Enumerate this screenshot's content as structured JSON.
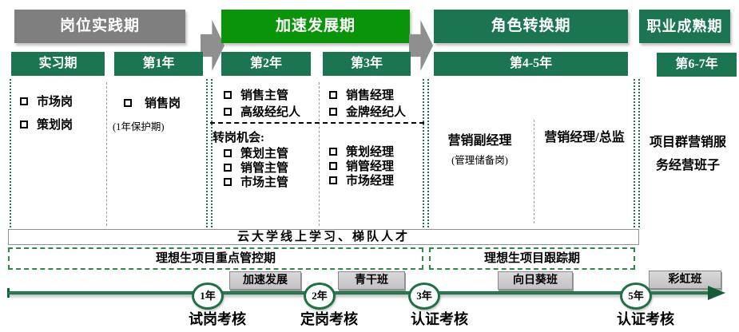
{
  "colors": {
    "stage_gray": "#7f7f7f",
    "stage_bright_green": "#0a940a",
    "stage_dark_green": "#1a7550",
    "timeline_green": "#1e7145",
    "dashed_band_green": "#2e8b45"
  },
  "stages": [
    {
      "label": "岗位实践期"
    },
    {
      "label": "加速发展期"
    },
    {
      "label": "角色转换期"
    },
    {
      "label": "职业成熟期"
    }
  ],
  "periods": [
    {
      "label": "实习期"
    },
    {
      "label": "第1年"
    },
    {
      "label": "第2年"
    },
    {
      "label": "第3年"
    },
    {
      "label": "第4-5年"
    },
    {
      "label": "第6-7年"
    }
  ],
  "content": {
    "intern_items": [
      "市场岗",
      "策划岗"
    ],
    "year1_items": [
      "销售岗"
    ],
    "year1_note": "(1年保护期)",
    "year2_top": [
      "销售主管",
      "高级经纪人"
    ],
    "transfer_heading": "转岗机会:",
    "year2_transfer": [
      "策划主管",
      "销管主管",
      "市场主管"
    ],
    "year3_top": [
      "销售经理",
      "金牌经纪人"
    ],
    "year3_transfer": [
      "策划经理",
      "销管经理",
      "市场经理"
    ],
    "year45_left_title": "营销副经理",
    "year45_left_note": "(管理储备岗)",
    "year45_right_title": "营销经理/总监",
    "year67_line1": "项目群营销服",
    "year67_line2": "务经营班子"
  },
  "bands": {
    "training": "云大学线上学习、梯队人才",
    "control": "理想生项目重点管控期",
    "tracking": "理想生项目跟踪期"
  },
  "class_buttons": [
    "加速发展",
    "青干班",
    "向日葵班",
    "彩虹班"
  ],
  "milestones": [
    {
      "year": "1年",
      "label": "试岗考核"
    },
    {
      "year": "2年",
      "label": "定岗考核"
    },
    {
      "year": "3年",
      "label": "认证考核"
    },
    {
      "year": "5年",
      "label": "认证考核"
    }
  ]
}
